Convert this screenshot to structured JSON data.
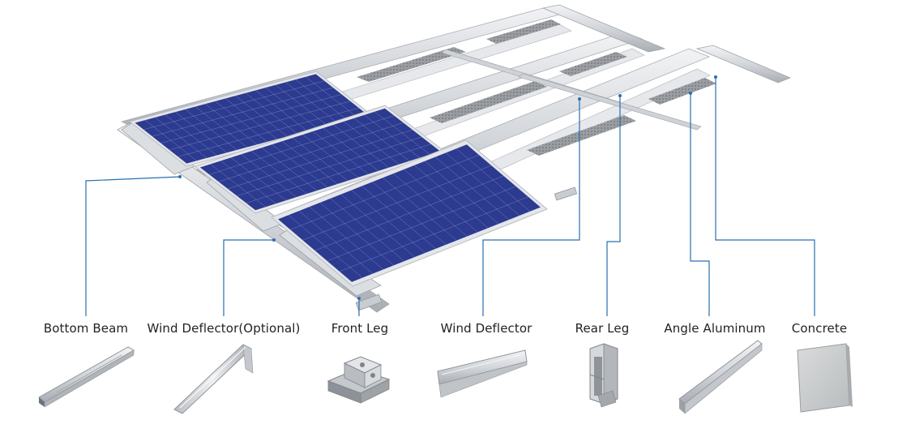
{
  "diagram": {
    "labels": {
      "bottom_beam": "Bottom Beam",
      "wind_deflector_optional": "Wind Deflector(Optional)",
      "front_leg": "Front Leg",
      "wind_deflector": "Wind Deflector",
      "rear_leg": "Rear Leg",
      "angle_aluminum": "Angle Aluminum",
      "concrete": "Concrete"
    },
    "colors": {
      "panel": "#2c3a8f",
      "panel_cell_line": "#8ea0d8",
      "panel_frame": "#e4e6ea",
      "aluminum": "#d3d6da",
      "aluminum_dark": "#9da2a8",
      "deflector_mesh": "#8d9196",
      "leader_line": "#2a6fb0",
      "concrete": "#c9cbcc"
    }
  }
}
